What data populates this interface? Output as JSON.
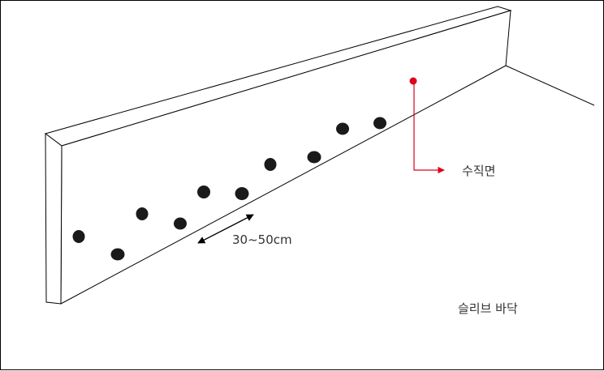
{
  "labels": {
    "vertical_face": "수직면",
    "spacing": "30~50cm",
    "slab_floor": "슬리브 바닥"
  },
  "colors": {
    "outline": "#000000",
    "dot": "#1a1a1a",
    "marker": "#e0001b",
    "text": "#333333"
  },
  "holes_count": 10
}
